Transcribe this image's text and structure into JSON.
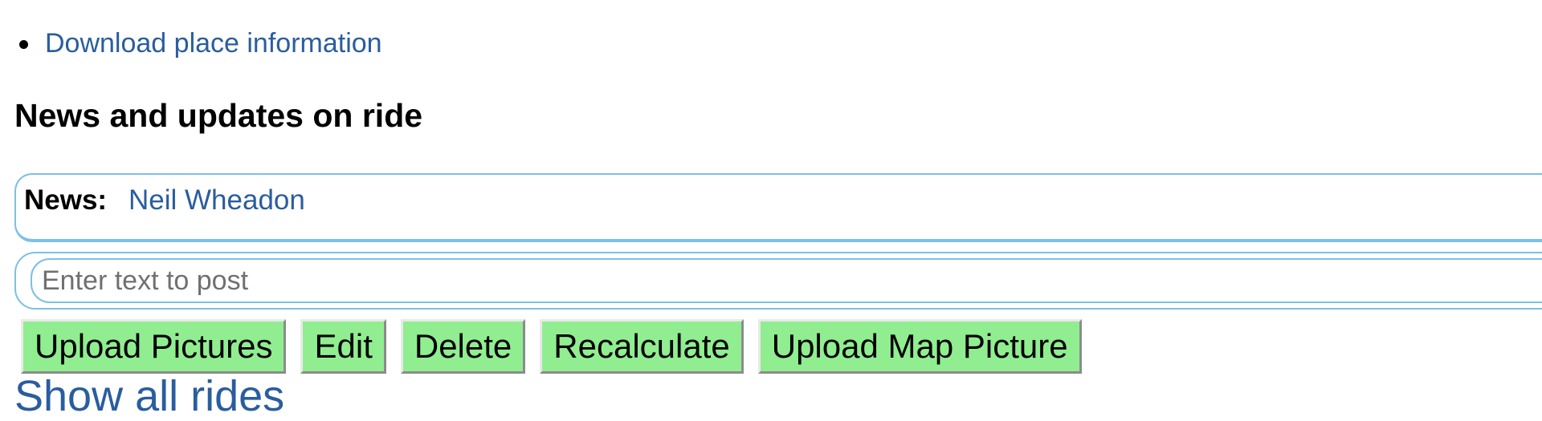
{
  "links": {
    "download_place": "Download place information",
    "show_all_rides": "Show all rides"
  },
  "news_section": {
    "heading": "News and updates on ride",
    "news_label": "News:",
    "author": "Neil Wheadon",
    "post_placeholder": "Enter text to post"
  },
  "buttons": {
    "upload_pictures": "Upload Pictures",
    "edit": "Edit",
    "delete": "Delete",
    "recalculate": "Recalculate",
    "upload_map_picture": "Upload Map Picture"
  },
  "colors": {
    "link": "#2a5d9f",
    "button_bg": "#90ee90",
    "box_border": "#7cc0e3"
  }
}
